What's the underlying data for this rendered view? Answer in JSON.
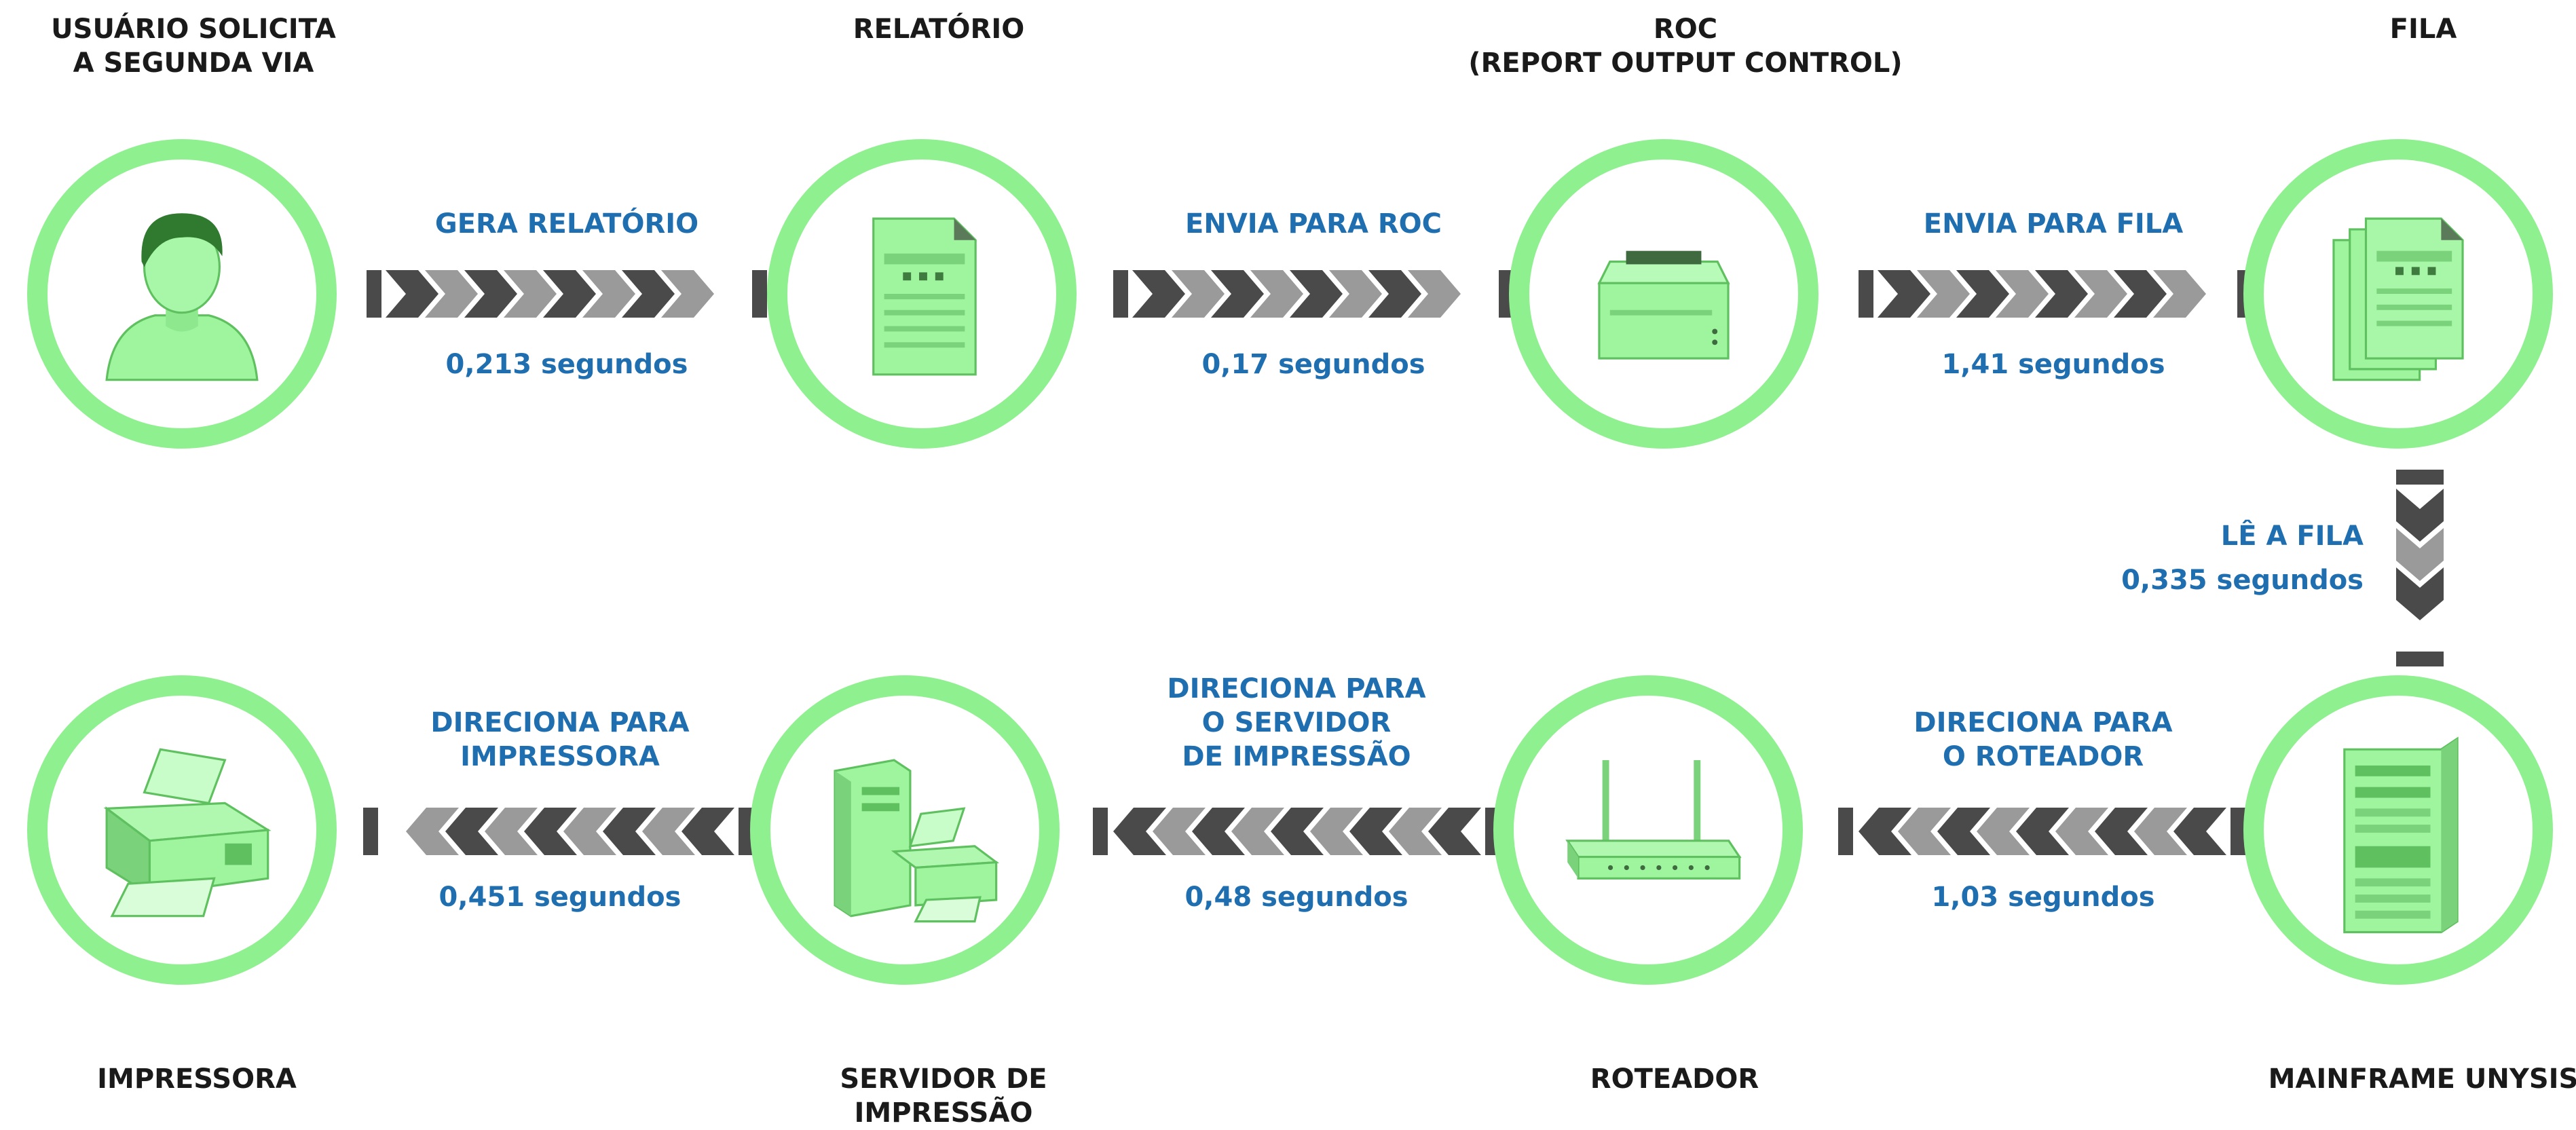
{
  "nodes": {
    "usuario": {
      "title": "USUÁRIO SOLICITA\nA SEGUNDA VIA",
      "icon": "user-icon"
    },
    "relatorio": {
      "title": "RELATÓRIO",
      "icon": "document-icon"
    },
    "roc": {
      "title": "ROC\n(REPORT OUTPUT CONTROL)",
      "icon": "printer-icon"
    },
    "fila": {
      "title": "FILA",
      "icon": "stacked-documents-icon"
    },
    "mainframe": {
      "title": "MAINFRAME UNYSIS",
      "icon": "server-tower-icon"
    },
    "roteador": {
      "title": "ROTEADOR",
      "icon": "router-icon"
    },
    "servidor": {
      "title": "SERVIDOR DE\nIMPRESSÃO",
      "icon": "print-server-icon"
    },
    "impressora": {
      "title": "IMPRESSORA",
      "icon": "inkjet-printer-icon"
    }
  },
  "steps": {
    "gera": {
      "action": "GERA RELATÓRIO",
      "time": "0,213 segundos"
    },
    "envia_roc": {
      "action": "ENVIA PARA ROC",
      "time": "0,17 segundos"
    },
    "envia_fila": {
      "action": "ENVIA PARA FILA",
      "time": "1,41 segundos"
    },
    "le_fila": {
      "action": "LÊ A FILA",
      "time": "0,335 segundos"
    },
    "dir_roteador": {
      "action": "DIRECIONA PARA\nO ROTEADOR",
      "time": "1,03 segundos"
    },
    "dir_servidor": {
      "action": "DIRECIONA PARA\nO SERVIDOR\nDE IMPRESSÃO",
      "time": "0,48 segundos"
    },
    "dir_impressora": {
      "action": "DIRECIONA PARA\nIMPRESSORA",
      "time": "0,451 segundos"
    }
  },
  "colors": {
    "ring": "#8ef08e",
    "icon": "#9ef59e",
    "label": "#1f6fb0",
    "chevron_dark": "#4a4a4a",
    "chevron_light": "#9a9a9a"
  }
}
